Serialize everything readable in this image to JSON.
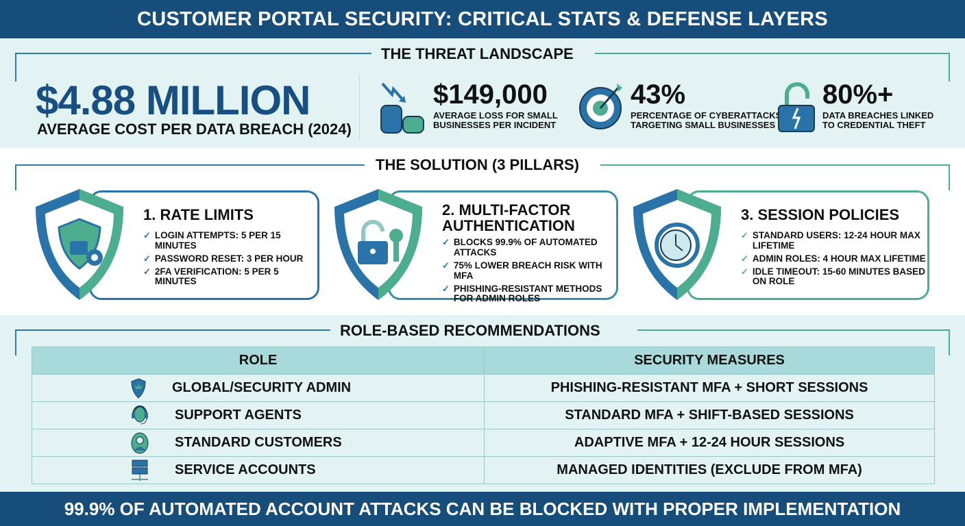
{
  "header": {
    "title": "CUSTOMER PORTAL SECURITY: CRITICAL STATS & DEFENSE LAYERS"
  },
  "threat": {
    "title": "THE THREAT LANDSCAPE",
    "headline": {
      "value": "$4.88 MILLION",
      "label": "AVERAGE COST PER DATA BREACH (2024)"
    },
    "stats": [
      {
        "value": "$149,000",
        "label1": "AVERAGE LOSS FOR SMALL",
        "label2": "BUSINESSES PER INCIDENT",
        "icon": "coins-falling-icon"
      },
      {
        "value": "43%",
        "label1": "PERCENTAGE OF CYBERATTACKS",
        "label2": "TARGETING SMALL BUSINESSES",
        "icon": "target-icon"
      },
      {
        "value": "80%+",
        "label1": "DATA BREACHES LINKED",
        "label2": "TO CREDENTIAL THEFT",
        "icon": "broken-lock-icon"
      }
    ]
  },
  "solution": {
    "title": "THE SOLUTION (3 PILLARS)",
    "pillars": [
      {
        "title": "1. RATE LIMITS",
        "items": [
          "LOGIN ATTEMPTS: 5 PER 15 MINUTES",
          "PASSWORD RESET: 3 PER HOUR",
          "2FA VERIFICATION: 5 PER 5 MINUTES"
        ]
      },
      {
        "title": "2. MULTI-FACTOR AUTHENTICATION",
        "items": [
          "BLOCKS 99.9% OF AUTOMATED ATTACKS",
          "75% LOWER BREACH RISK WITH MFA",
          "PHISHING-RESISTANT METHODS FOR ADMIN ROLES"
        ]
      },
      {
        "title": "3. SESSION POLICIES",
        "items": [
          "STANDARD USERS: 12-24 HOUR MAX LIFETIME",
          "ADMIN ROLES: 4 HOUR MAX LIFETIME",
          "IDLE TIMEOUT: 15-60 MINUTES BASED ON ROLE"
        ]
      }
    ]
  },
  "roles": {
    "title": "ROLE-BASED RECOMMENDATIONS",
    "headers": [
      "ROLE",
      "SECURITY MEASURES"
    ],
    "rows": [
      {
        "role": "GLOBAL/SECURITY ADMIN",
        "measure": "PHISHING-RESISTANT MFA + SHORT SESSIONS"
      },
      {
        "role": "SUPPORT AGENTS",
        "measure": "STANDARD MFA + SHIFT-BASED SESSIONS"
      },
      {
        "role": "STANDARD CUSTOMERS",
        "measure": "ADAPTIVE MFA + 12-24 HOUR SESSIONS"
      },
      {
        "role": "SERVICE ACCOUNTS",
        "measure": "MANAGED IDENTITIES (EXCLUDE FROM MFA)"
      }
    ]
  },
  "footer": {
    "text": "99.9% OF AUTOMATED ACCOUNT ATTACKS CAN BE BLOCKED WITH PROPER IMPLEMENTATION"
  },
  "colors": {
    "navy": "#164d7a",
    "blue": "#2a73a8",
    "green": "#4cae8e",
    "bg": "#e3f3f3"
  }
}
